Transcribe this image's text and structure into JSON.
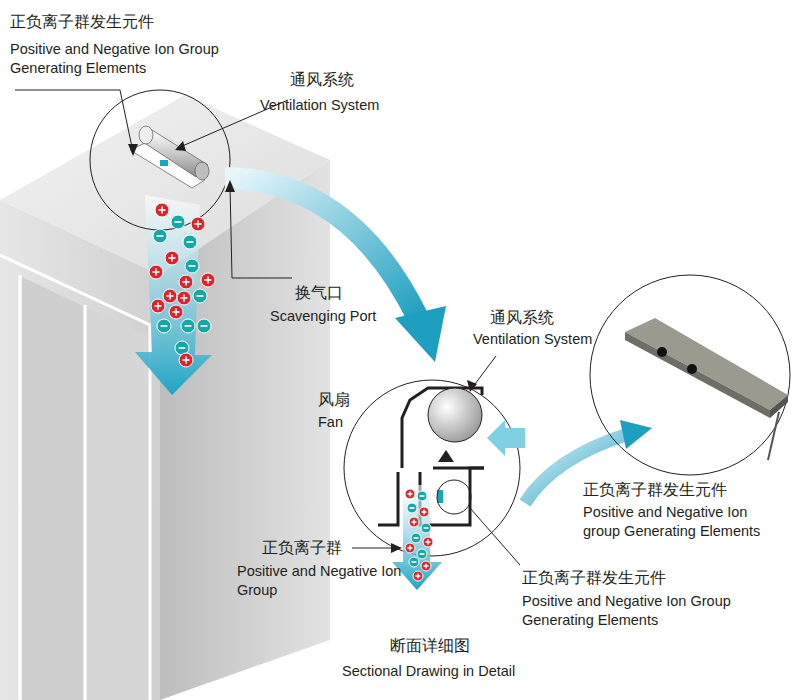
{
  "diagram": {
    "labels": [
      "正负离子群发生元件",
      "Positive and Negative Ion Group Generating Elements",
      "通风系统",
      "Ventilation System",
      "换气口",
      "Scavenging Port",
      "通风系统",
      "Ventilation System",
      "风扇",
      "Fan",
      "正负离子群发生元件",
      "Positive and Negative Ion group Generating Elements",
      "正负离子群",
      "Positive and Negative Ion Group",
      "正负离子群发生元件",
      "Positive and Negative Ion Group Generating Elements",
      "断面详细图",
      "Sectional Drawing in Detail"
    ]
  }
}
